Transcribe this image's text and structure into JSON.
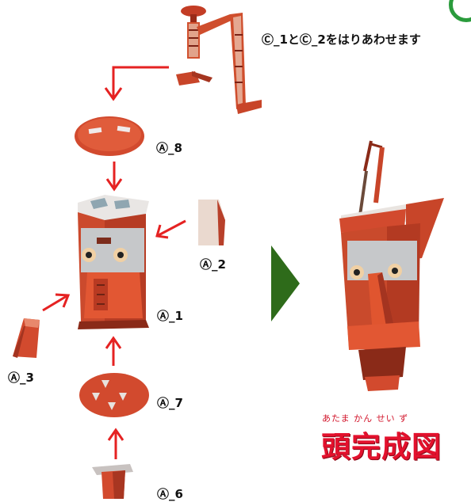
{
  "instruction": "Ⓒ_1とⒸ_2をはりあわせます",
  "parts": {
    "a8": "Ⓐ_8",
    "a2": "Ⓐ_2",
    "a1": "Ⓐ_1",
    "a3": "Ⓐ_3",
    "a7": "Ⓐ_7",
    "a6": "Ⓐ_6"
  },
  "caption": {
    "ruby": "あたま かん せい ず",
    "title": "頭完成図"
  },
  "colors": {
    "arrow": "#e52222",
    "big_arrow": "#2e6b1a",
    "part_red": "#d9472b",
    "caption_red": "#e3112d"
  }
}
